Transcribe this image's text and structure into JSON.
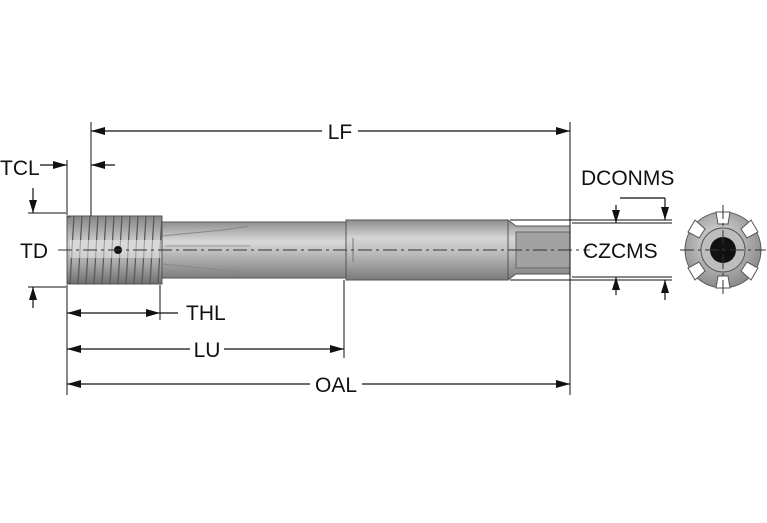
{
  "labels": {
    "lf": "LF",
    "tcl": "TCL",
    "td": "TD",
    "dconms": "DCONMS",
    "czcms": "CZCMS",
    "thl": "THL",
    "lu": "LU",
    "oal": "OAL"
  }
}
